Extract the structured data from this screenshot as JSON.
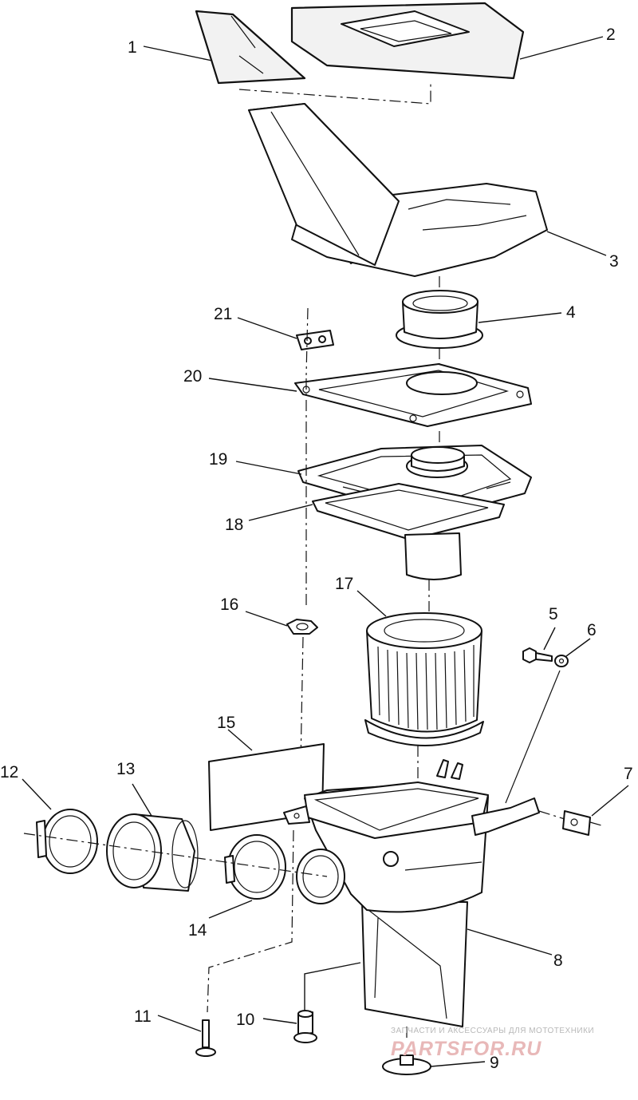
{
  "callouts": [
    "1",
    "2",
    "3",
    "4",
    "5",
    "6",
    "7",
    "8",
    "9",
    "10",
    "11",
    "12",
    "13",
    "14",
    "15",
    "16",
    "17",
    "18",
    "19",
    "20",
    "21"
  ],
  "watermark": {
    "line1": "ЗАПЧАСТИ И АКСЕССУАРЫ ДЛЯ МОТОТЕХНИКИ",
    "line2": "PARTSFOR.RU"
  }
}
